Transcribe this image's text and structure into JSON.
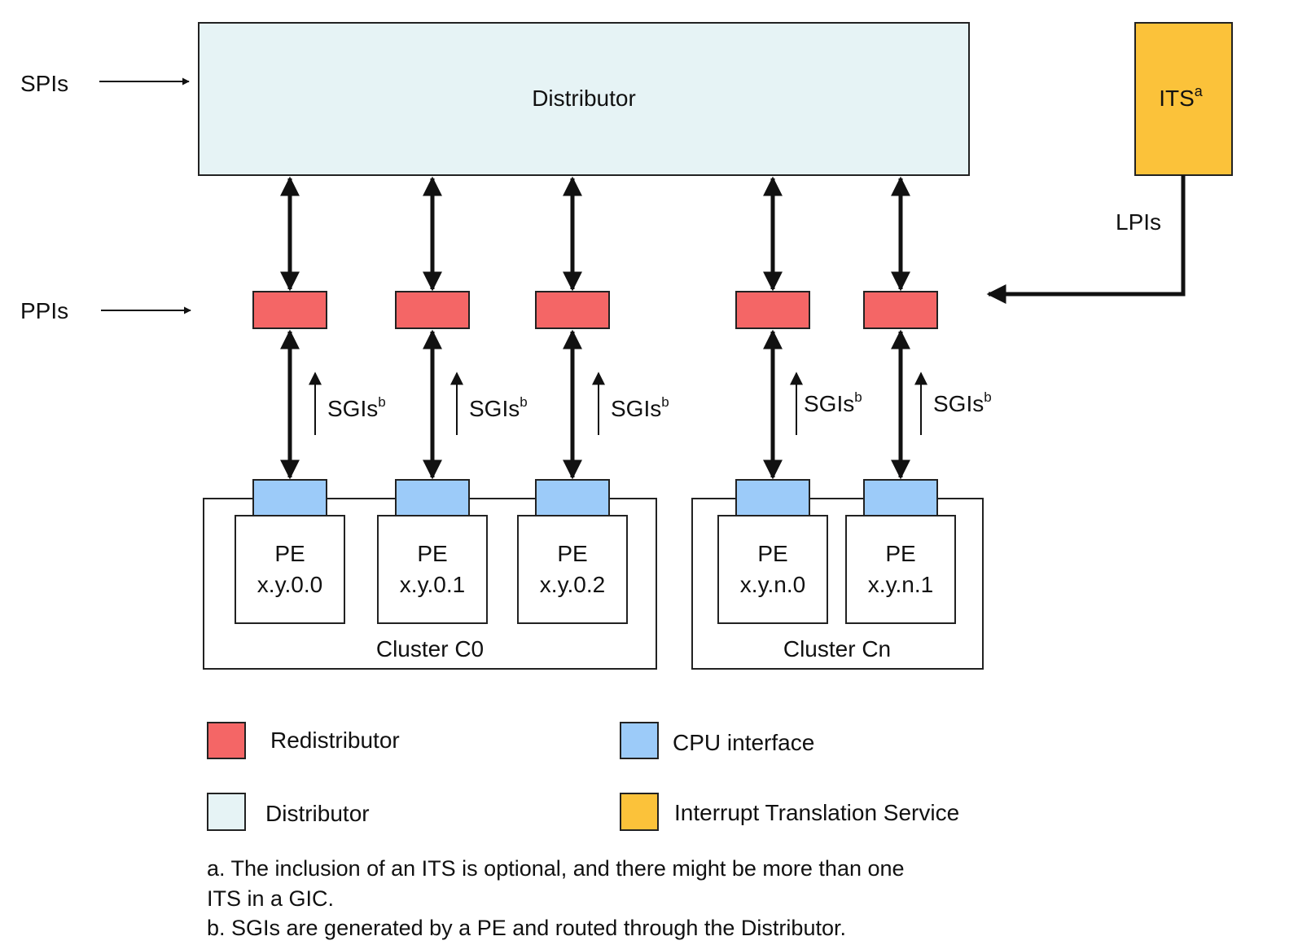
{
  "colors": {
    "distributor": "#e6f3f5",
    "redistributor": "#f46666",
    "cpu_interface": "#9ccbf9",
    "its": "#fbc23a",
    "stroke": "#222222"
  },
  "inputs": {
    "spis": "SPIs",
    "ppis": "PPIs",
    "lpis": "LPIs"
  },
  "distributor": {
    "label": "Distributor"
  },
  "its": {
    "label": "ITS",
    "sup": "a"
  },
  "sgi": {
    "label": "SGIs",
    "sup": "b"
  },
  "clusters": [
    {
      "label": "Cluster C0",
      "pes": [
        {
          "line1": "PE",
          "line2": "x.y.0.0"
        },
        {
          "line1": "PE",
          "line2": "x.y.0.1"
        },
        {
          "line1": "PE",
          "line2": "x.y.0.2"
        }
      ]
    },
    {
      "label": "Cluster Cn",
      "pes": [
        {
          "line1": "PE",
          "line2": "x.y.n.0"
        },
        {
          "line1": "PE",
          "line2": "x.y.n.1"
        }
      ]
    }
  ],
  "legend": {
    "redistributor": "Redistributor",
    "cpu_interface": "CPU interface",
    "distributor": "Distributor",
    "its": "Interrupt Translation Service"
  },
  "footnotes": {
    "a_line1": "a. The inclusion of an ITS is optional, and there might be more than one",
    "a_line2": "ITS in a GIC.",
    "b": "b. SGIs are generated by a PE and routed through the Distributor."
  }
}
